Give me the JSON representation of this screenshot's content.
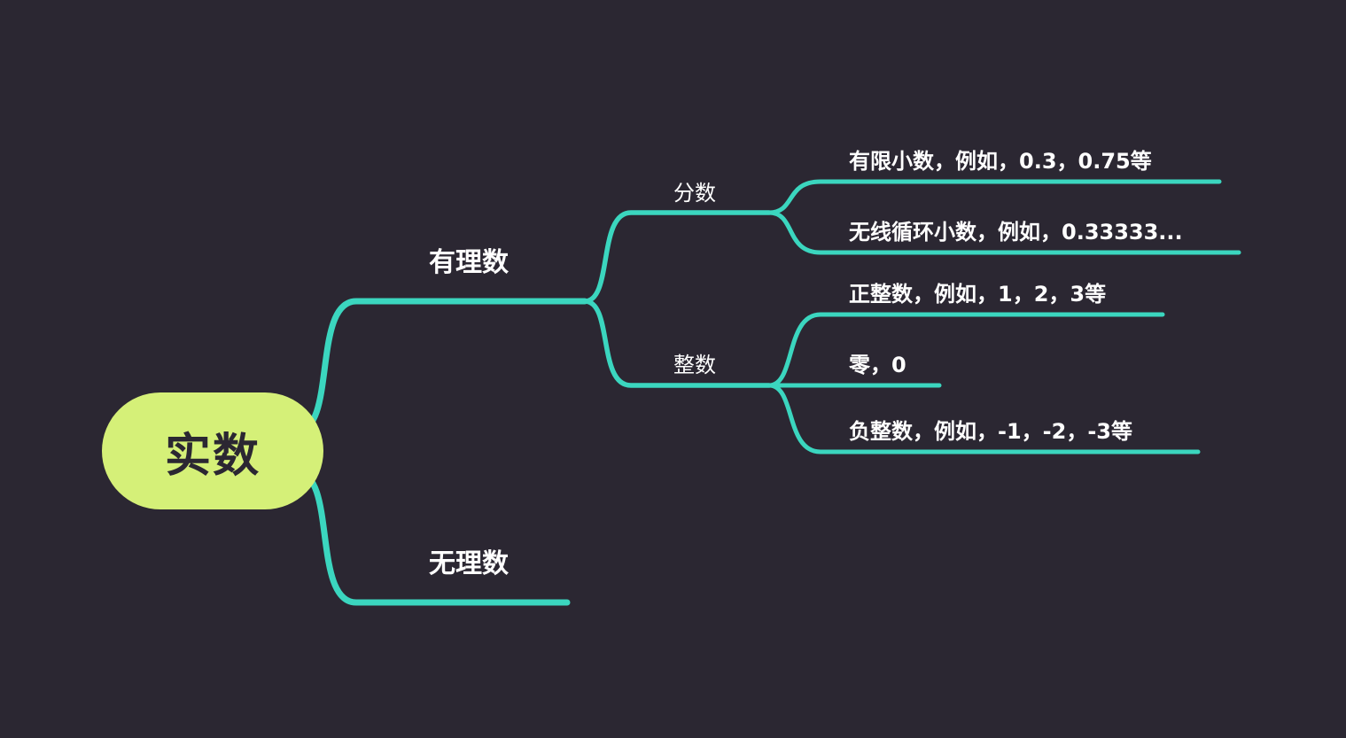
{
  "colors": {
    "background": "#2b2732",
    "branch_line": "#3bd6bf",
    "root_fill": "#d5f078",
    "root_text": "#2b2732",
    "node_text": "#ffffff"
  },
  "mindmap": {
    "root": {
      "label": "实数"
    },
    "children": [
      {
        "label": "有理数",
        "children": [
          {
            "label": "分数",
            "children": [
              {
                "label": "有限小数，例如，0.3，0.75等"
              },
              {
                "label": "无线循环小数，例如，0.33333..."
              }
            ]
          },
          {
            "label": "整数",
            "children": [
              {
                "label": "正整数，例如，1，2，3等"
              },
              {
                "label": "零，0"
              },
              {
                "label": "负整数，例如，-1，-2，-3等"
              }
            ]
          }
        ]
      },
      {
        "label": "无理数",
        "children": []
      }
    ]
  }
}
